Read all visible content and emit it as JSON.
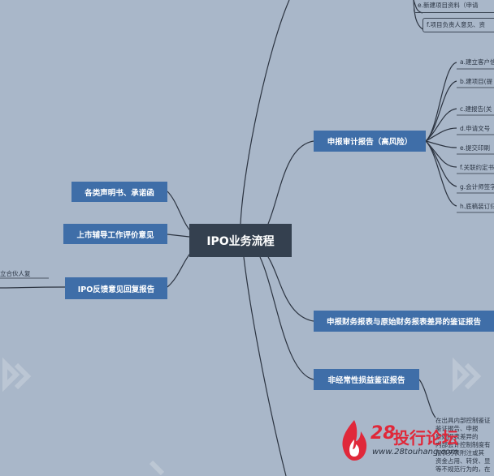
{
  "root": {
    "label": "IPO业务流程"
  },
  "left_branches": [
    {
      "label": "各类声明书、承诺函"
    },
    {
      "label": "上市辅导工作评价意见"
    },
    {
      "label": "IPO反馈意见回复报告"
    }
  ],
  "left_fragment": "立合伙人复",
  "right_branches": [
    {
      "label": "申报审计报告（高风险）"
    },
    {
      "label": "申报财务报表与原始财务报表差异的鉴证报告"
    },
    {
      "label": "非经常性损益鉴证报告"
    }
  ],
  "top_leaves": [
    {
      "label": "e.新建项目资料（申请"
    },
    {
      "label": "f.项目负责人意见、资"
    }
  ],
  "audit_leaves": [
    {
      "label": "a.建立客户信"
    },
    {
      "label": "b.建项目(提"
    },
    {
      "label": "c.建报告(关"
    },
    {
      "label": "d.申请文号"
    },
    {
      "label": "e.提交印刷"
    },
    {
      "label": "f.关联约定书"
    },
    {
      "label": "g.会计师签字"
    },
    {
      "label": "h.底稿装订归"
    }
  ],
  "note_lines": [
    "在出具内部控制鉴证",
    "鉴证报告、申报",
    "原始报表差异的",
    "内部会计控制制度有",
    "报表另表附注或其",
    "资金占用、转贷、显",
    "等不规范行为的，在"
  ],
  "logo": {
    "number": "28",
    "name": "投行论坛",
    "url": "www.28touhang.com"
  }
}
